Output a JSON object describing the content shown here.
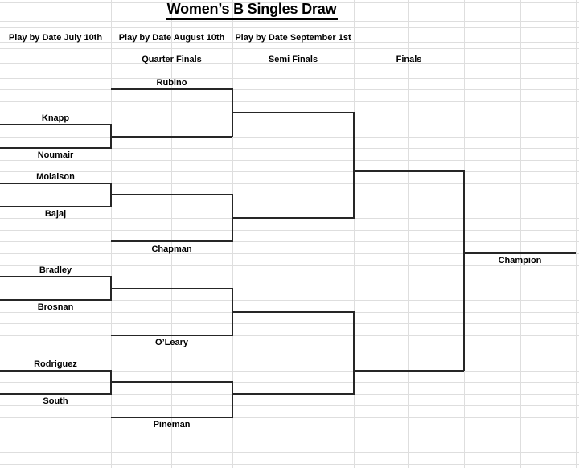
{
  "title": "Women’s B Singles Draw",
  "headers": {
    "round1_deadline": "Play by Date July 10th",
    "round2_deadline": "Play by Date August 10th",
    "round3_deadline": "Play by Date September 1st",
    "quarterfinals": "Quarter Finals",
    "semifinals": "Semi Finals",
    "finals": "Finals"
  },
  "bracket": {
    "champion_label": "Champion",
    "first_round": [
      {
        "top": "Knapp",
        "bottom": "Noumair"
      },
      {
        "top": "Molaison",
        "bottom": "Bajaj"
      },
      {
        "top": "Bradley",
        "bottom": "Brosnan"
      },
      {
        "top": "Rodriguez",
        "bottom": "South"
      }
    ],
    "quarterfinal_byes": [
      "Rubino",
      "Chapman",
      "O’Leary",
      "Pineman"
    ]
  },
  "colors": {
    "bracket_line": "#262626",
    "gridline": "#dedede",
    "background": "#ffffff",
    "text": "#000000"
  }
}
